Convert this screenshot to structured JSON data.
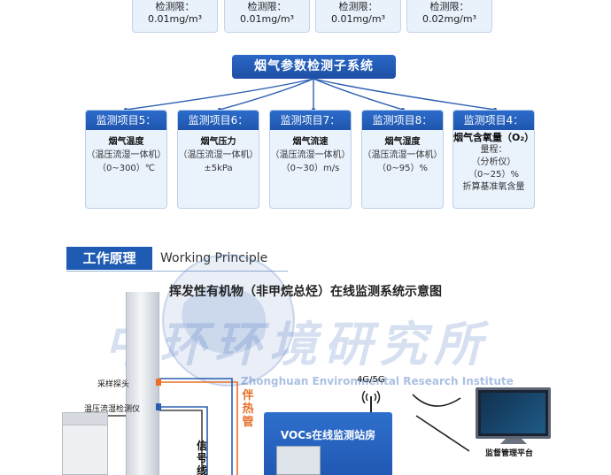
{
  "top_cards": [
    {
      "label": "检测限：",
      "value": "0.01mg/m³"
    },
    {
      "label": "检测限：",
      "value": "0.01mg/m³"
    },
    {
      "label": "检测限：",
      "value": "0.01mg/m³"
    },
    {
      "label": "检测限：",
      "value": "0.02mg/m³"
    }
  ],
  "subsystem_title": "烟气参数检测子系统",
  "items": [
    {
      "head": "监测项目5：",
      "lines": [
        "烟气温度",
        "（温压流湿一体机）",
        "（0~300）℃"
      ]
    },
    {
      "head": "监测项目6：",
      "lines": [
        "烟气压力",
        "（温压流湿一体机）",
        "±5kPa"
      ]
    },
    {
      "head": "监测项目7：",
      "lines": [
        "烟气流速",
        "（温压流湿一体机）",
        "（0~30）m/s"
      ]
    },
    {
      "head": "监测项目8：",
      "lines": [
        "烟气湿度",
        "（温压流湿一体机）",
        "（0~95）%"
      ]
    },
    {
      "head": "监测项目4：",
      "lines": [
        "烟气含氧量（O₂）",
        "量程：",
        "（分析仪）",
        "（0~25）%",
        "折算基准氧含量"
      ]
    }
  ],
  "section": {
    "zh": "工作原理",
    "en": "Working Principle"
  },
  "diagram": {
    "title": "挥发性有机物（非甲烷总烃）在线监测系统示意图",
    "watermark_cn": "中环环境研究所",
    "watermark_en": "Zhonghuan Environmental Research Institute",
    "probe_label": "采样探头",
    "sensor_label": "温压流湿检测仪",
    "heat_pipe_label": "伴热管",
    "signal_label": "信号线",
    "network_label": "4G/5G",
    "station_label": "VOCs在线监测站房",
    "platform_label": "监督管理平台",
    "colors": {
      "accent": "#1f5bb3",
      "heat_pipe": "#e8702a"
    }
  }
}
